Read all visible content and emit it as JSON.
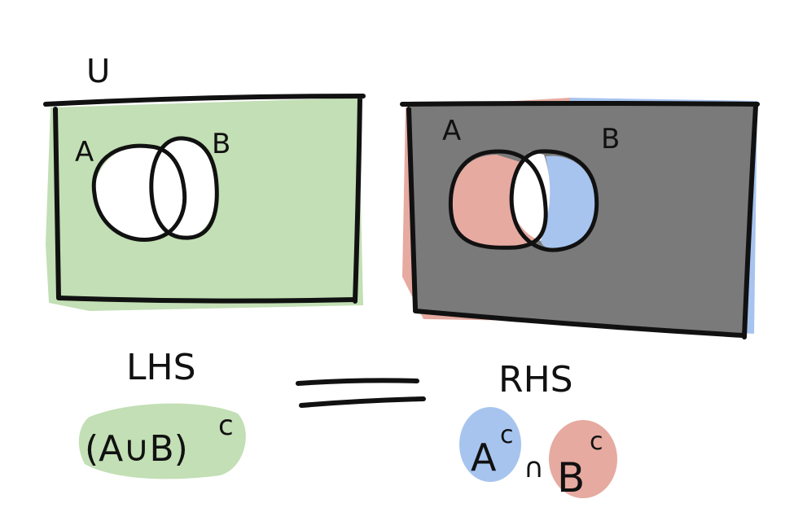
{
  "colors": {
    "green": "#c3dfb5",
    "dark_gray": "#7a7a7a",
    "red": "#e6aaa1",
    "blue": "#a7c4ef",
    "ink": "#111111",
    "white": "#ffffff"
  },
  "left_diagram": {
    "universe_label": "U",
    "set_a_label": "A",
    "set_b_label": "B",
    "shading": "everything outside A and B"
  },
  "right_diagram": {
    "set_a_label": "A",
    "set_b_label": "B",
    "shading": "A-complement overlaid with B-complement; intersection left white"
  },
  "equation": {
    "lhs_label": "LHS",
    "lhs_expr_main": "(A∪B)",
    "lhs_expr_sup": "c",
    "equals_sign": "=",
    "rhs_label": "RHS",
    "rhs_a": "A",
    "rhs_a_sup": "c",
    "rhs_cap": "∩",
    "rhs_b": "B",
    "rhs_b_sup": "c"
  }
}
